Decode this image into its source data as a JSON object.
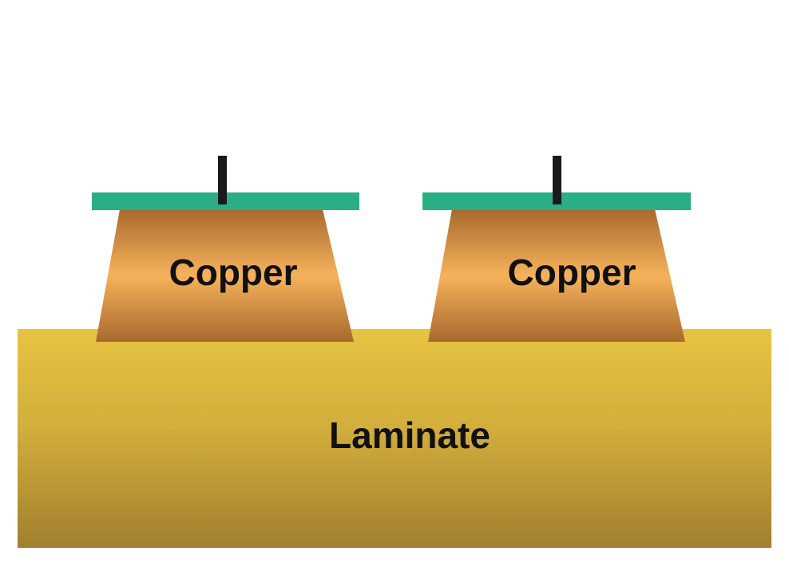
{
  "diagram": {
    "laminate": {
      "label": "Laminate"
    },
    "traces": [
      {
        "label": "Copper"
      },
      {
        "label": "Copper"
      }
    ],
    "colors": {
      "background": "#ffffff",
      "laminate_top": "#e7c441",
      "laminate_bottom": "#a27f2f",
      "copper_dark": "#a8692f",
      "copper_light": "#f6b25a",
      "mask_green": "#2aae86",
      "pin_black": "#1a1a1a",
      "text": "#111111"
    }
  }
}
